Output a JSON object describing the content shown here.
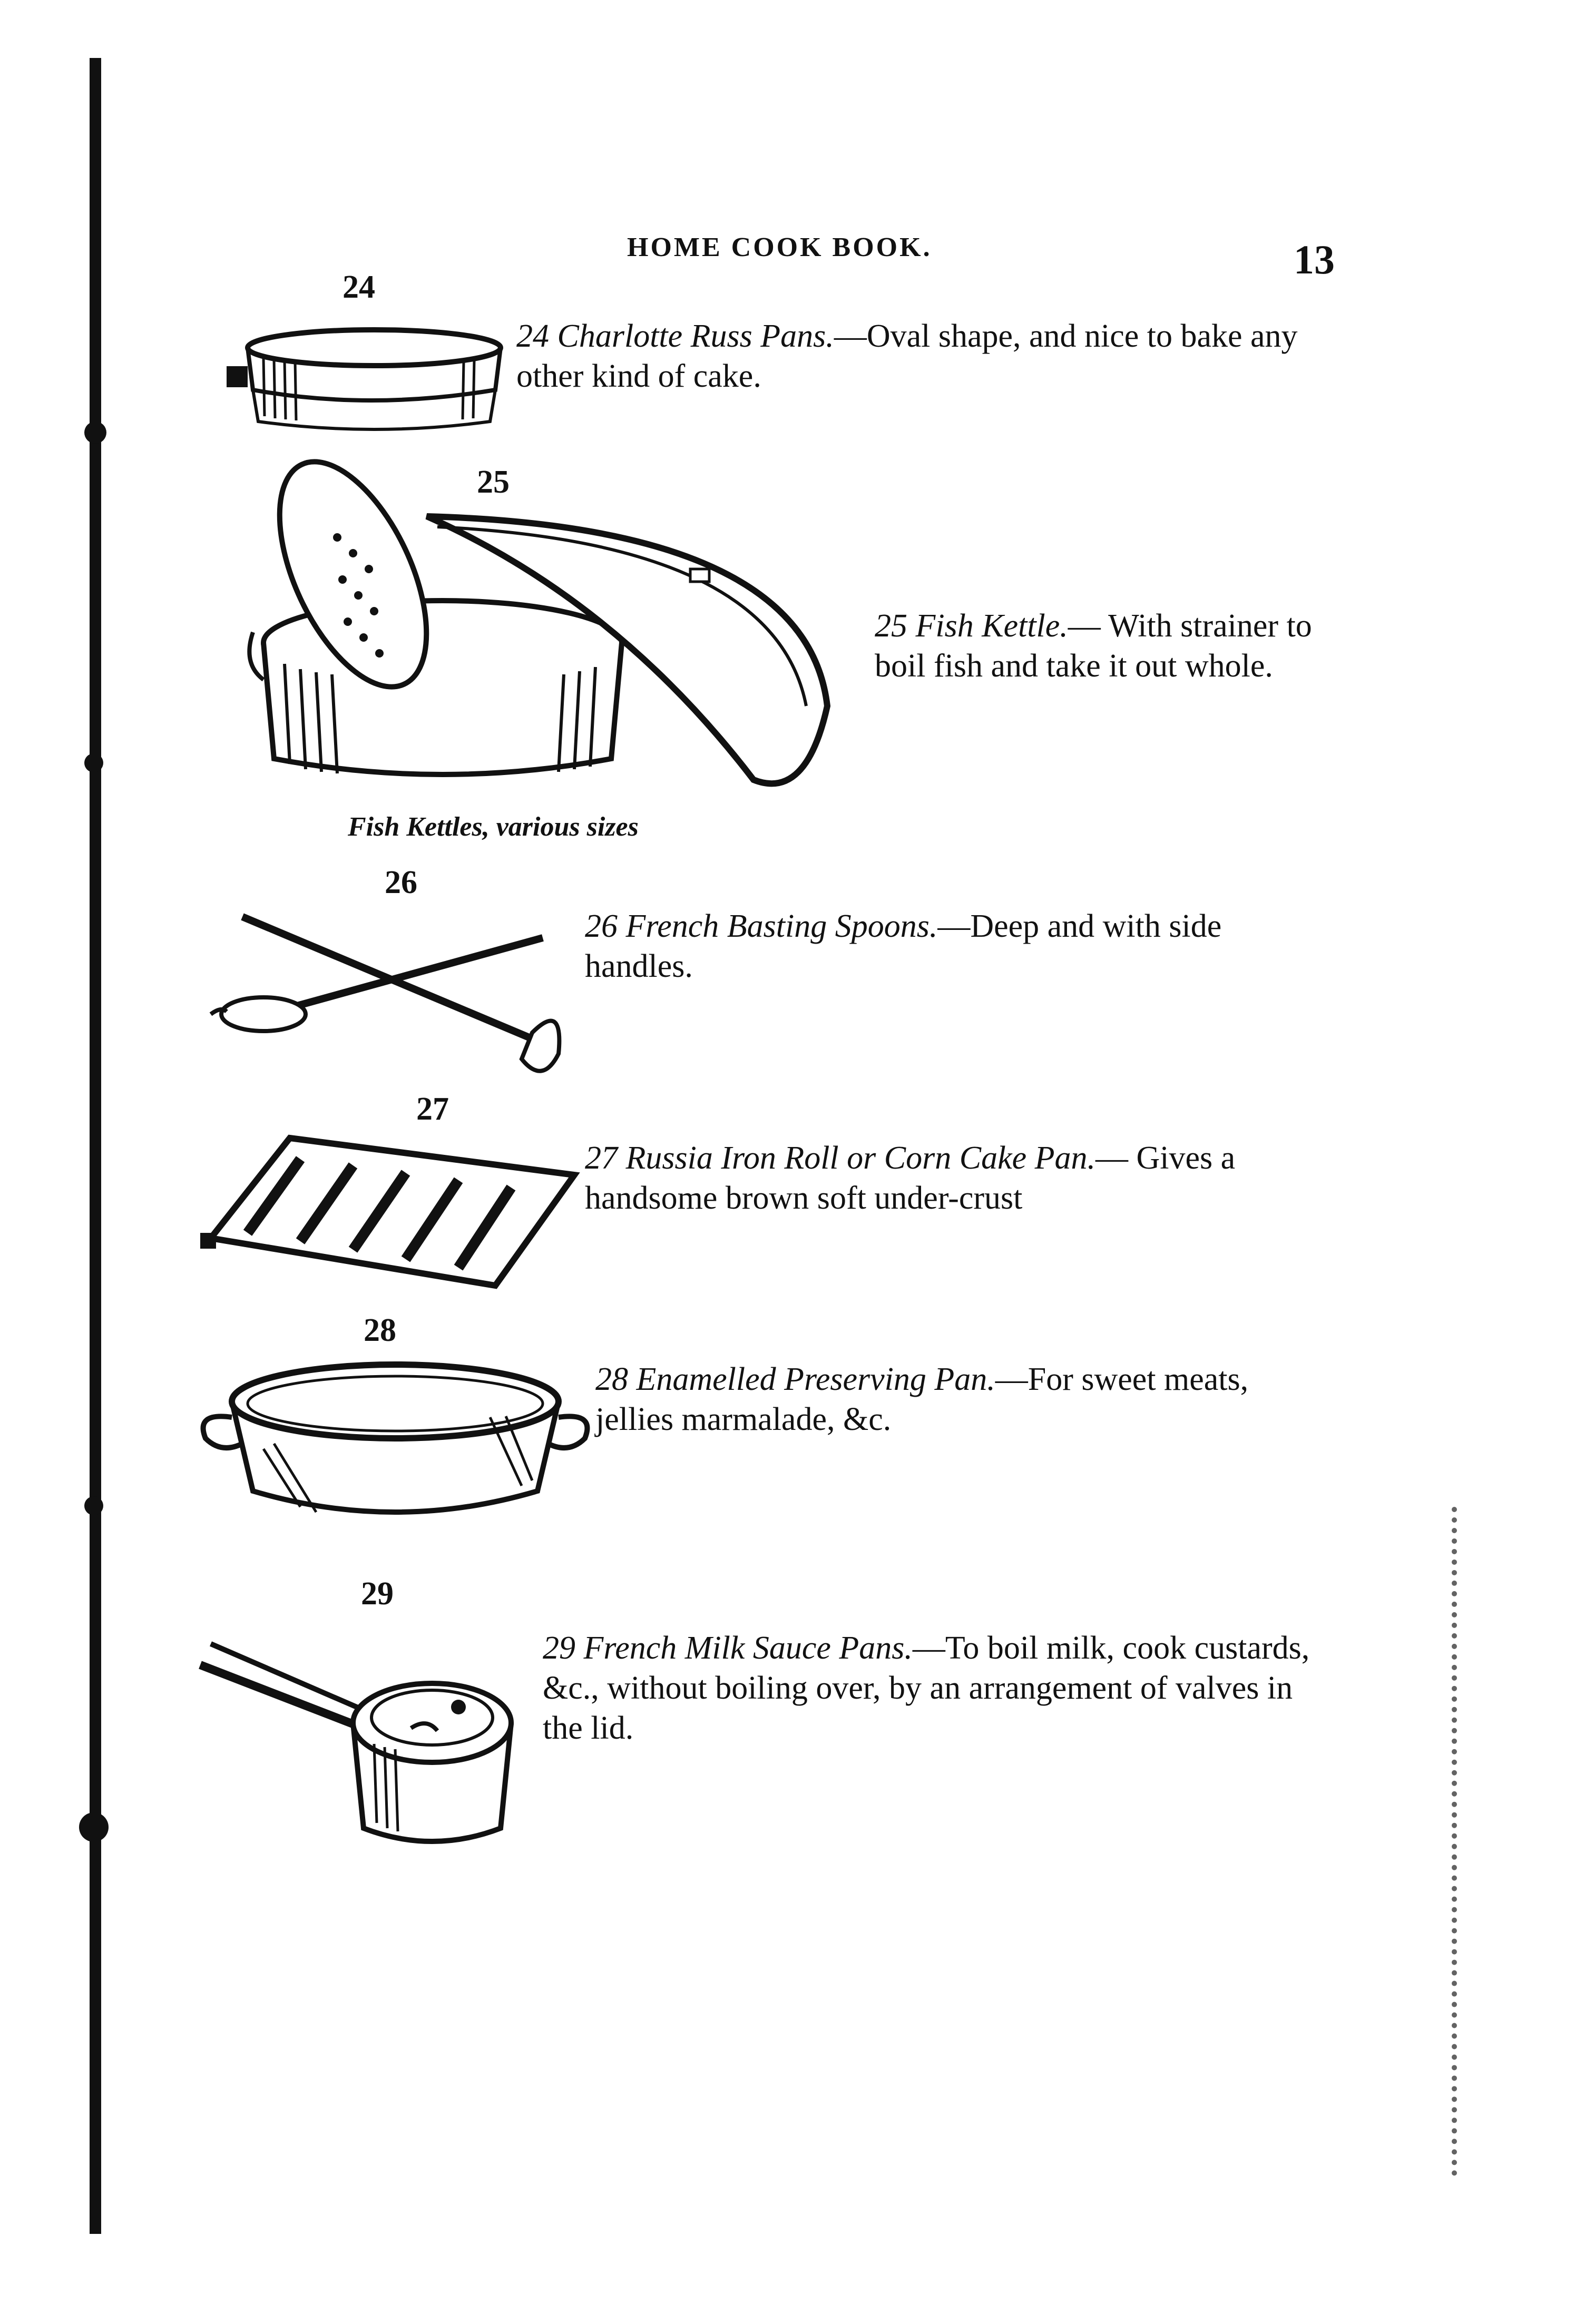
{
  "header": {
    "running_head": "HOME COOK BOOK.",
    "page_number": "13"
  },
  "items": [
    {
      "number": "24",
      "title": "24 Charlotte Russ Pans.",
      "text": "—Oval shape, and nice to bake any other kind of cake."
    },
    {
      "number": "25",
      "title": "25 Fish Kettle.",
      "text": "— With strainer to boil fish and take it out whole.",
      "sub_caption": "Fish Kettles, various sizes"
    },
    {
      "number": "26",
      "title": "26 French Basting Spoons.",
      "text": "—Deep and with side handles."
    },
    {
      "number": "27",
      "title": "27 Russia Iron Roll or Corn Cake Pan.",
      "text": "— Gives a handsome brown soft under-crust"
    },
    {
      "number": "28",
      "title": "28 Enamelled Preserving Pan.",
      "text": "—For sweet meats, jellies marmalade, &c."
    },
    {
      "number": "29",
      "title": "29 French Milk Sauce Pans.",
      "text": "—To boil milk, cook custards, &c., without boiling over, by an arrangement of valves in the lid."
    }
  ]
}
